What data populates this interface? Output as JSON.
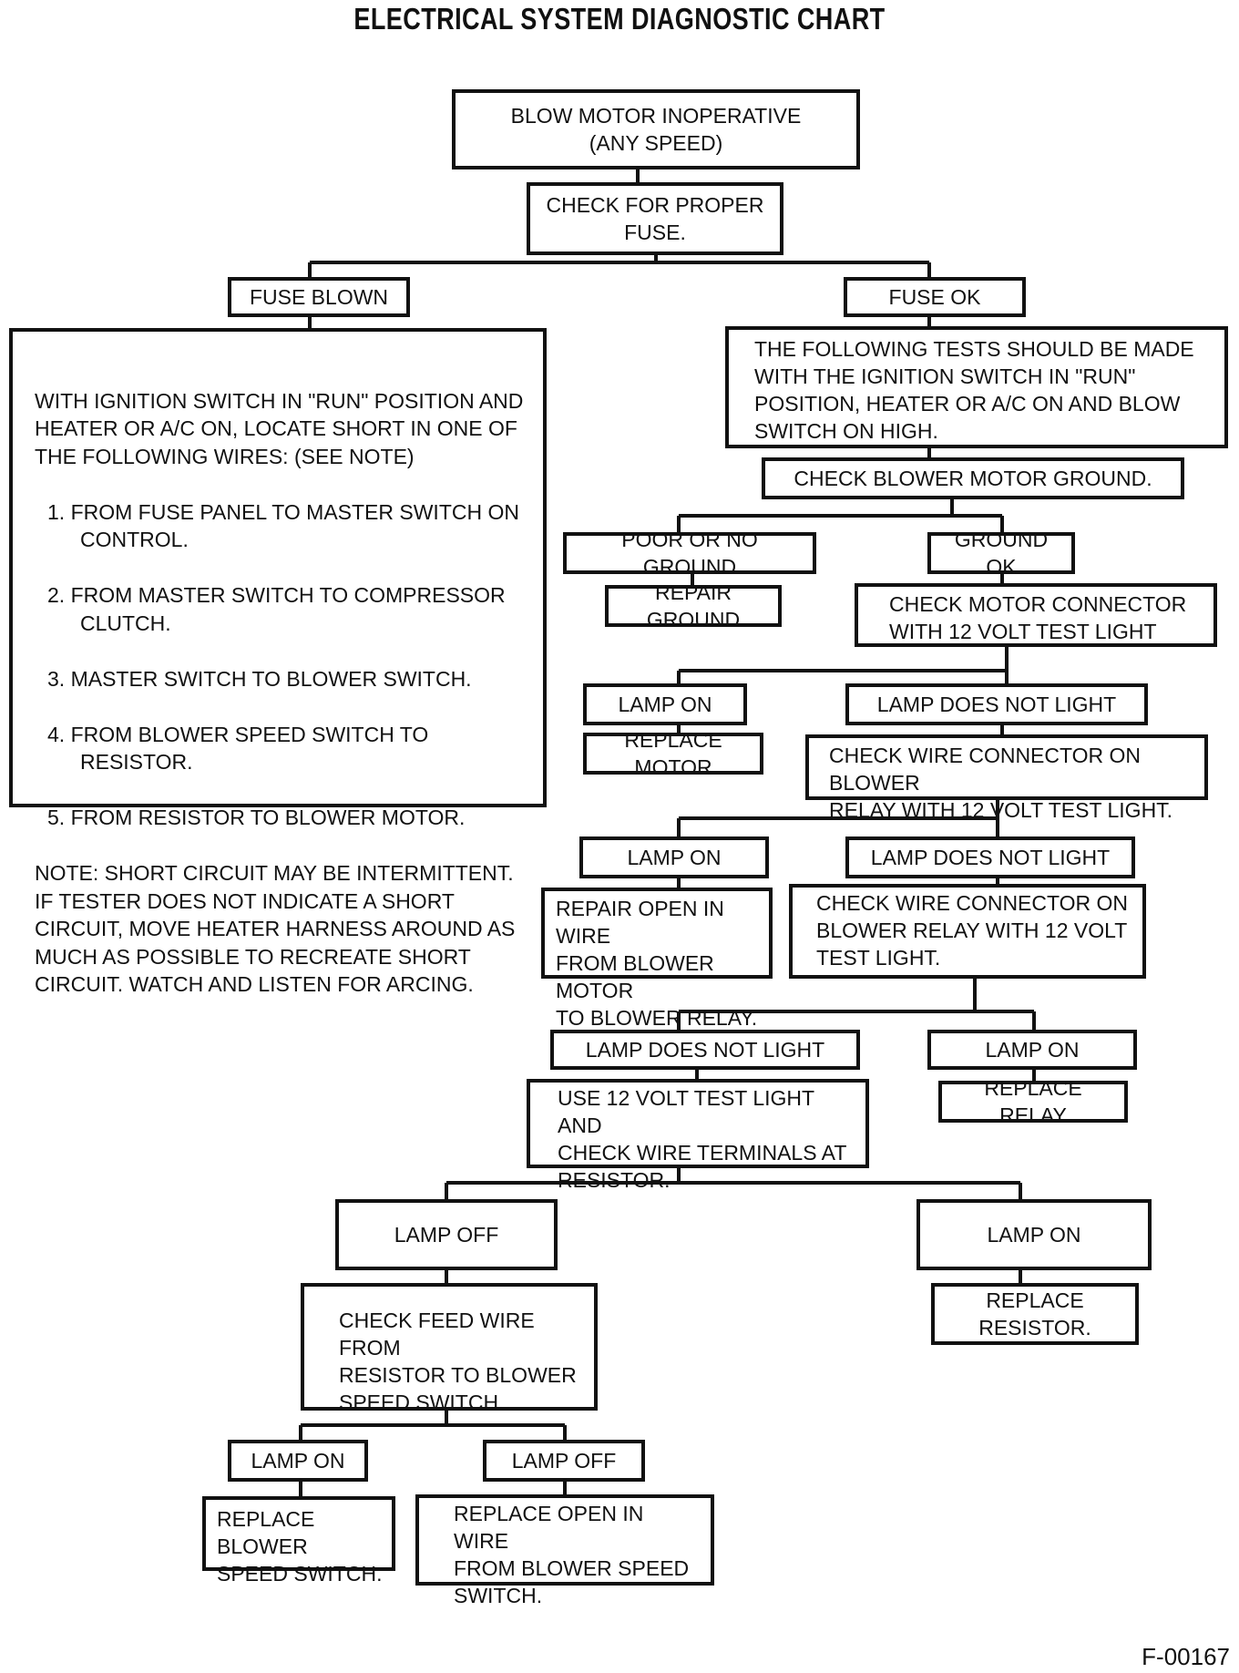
{
  "title": "ELECTRICAL SYSTEM DIAGNOSTIC CHART",
  "figure_code": "F-00167",
  "nodes": {
    "start": "BLOW MOTOR INOPERATIVE\n(ANY SPEED)",
    "check_fuse": "CHECK FOR PROPER\nFUSE.",
    "fuse_blown": "FUSE BLOWN",
    "fuse_ok": "FUSE OK",
    "short_intro": "WITH IGNITION SWITCH IN \"RUN\" POSITION AND HEATER OR A/C ON, LOCATE SHORT IN ONE OF THE FOLLOWING WIRES: (SEE NOTE)",
    "short_items": [
      "1.  FROM FUSE PANEL TO MASTER SWITCH ON CONTROL.",
      "2.  FROM MASTER SWITCH TO COMPRESSOR CLUTCH.",
      "3.  MASTER SWITCH TO BLOWER SWITCH.",
      "4.  FROM BLOWER SPEED SWITCH TO RESISTOR.",
      "5.  FROM RESISTOR TO BLOWER MOTOR."
    ],
    "short_note": "NOTE: SHORT CIRCUIT MAY BE INTERMITTENT. IF TESTER DOES NOT INDICATE A SHORT CIRCUIT, MOVE HEATER HARNESS AROUND AS MUCH AS POSSIBLE TO RECREATE SHORT CIRCUIT. WATCH AND LISTEN FOR ARCING.",
    "tests_intro": "THE FOLLOWING TESTS SHOULD BE MADE WITH THE IGNITION SWITCH IN \"RUN\" POSITION, HEATER OR A/C ON AND BLOW SWITCH ON HIGH.",
    "check_ground": "CHECK BLOWER MOTOR GROUND.",
    "poor_ground": "POOR OR NO GROUND",
    "ground_ok": "GROUND OK",
    "repair_ground": "REPAIR GROUND",
    "check_motor_conn": "CHECK MOTOR CONNECTOR\nWITH 12 VOLT TEST LIGHT",
    "lamp_on_1": "LAMP ON",
    "lamp_not_1": "LAMP DOES NOT LIGHT",
    "replace_motor": "REPLACE MOTOR",
    "check_relay_1": "CHECK WIRE CONNECTOR ON BLOWER\nRELAY WITH 12 VOLT TEST LIGHT.",
    "lamp_on_2": "LAMP ON",
    "lamp_not_2": "LAMP DOES NOT LIGHT",
    "repair_open": "REPAIR OPEN IN WIRE\nFROM BLOWER MOTOR\nTO BLOWER RELAY.",
    "check_relay_2": "CHECK WIRE CONNECTOR ON\nBLOWER RELAY WITH 12 VOLT\nTEST LIGHT.",
    "lamp_not_3": "LAMP DOES NOT LIGHT",
    "lamp_on_3": "LAMP ON",
    "check_resistor": "USE 12 VOLT TEST LIGHT AND\nCHECK WIRE TERMINALS AT\nRESISTOR.",
    "replace_relay": "REPLACE RELAY",
    "lamp_off_4": "LAMP OFF",
    "lamp_on_4": "LAMP ON",
    "check_feed": "CHECK FEED WIRE FROM\nRESISTOR TO BLOWER\nSPEED SWITCH.",
    "replace_resistor": "REPLACE RESISTOR.",
    "lamp_on_5": "LAMP ON",
    "lamp_off_5": "LAMP OFF",
    "replace_switch": "REPLACE BLOWER\nSPEED SWITCH.",
    "replace_open": "REPLACE OPEN IN WIRE\nFROM BLOWER SPEED\nSWITCH."
  }
}
